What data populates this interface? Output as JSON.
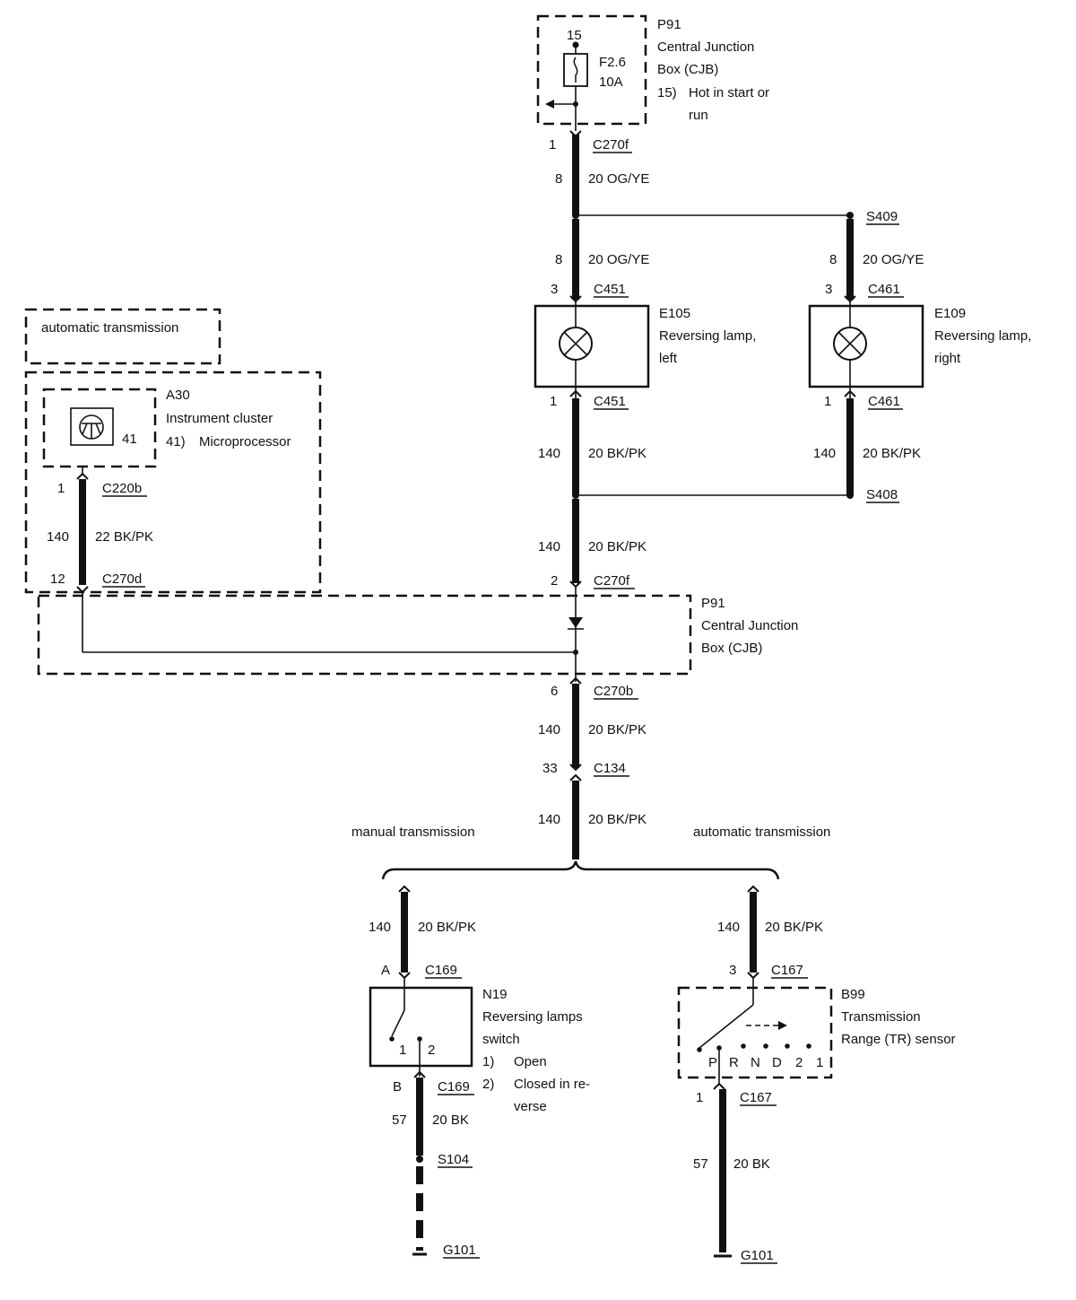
{
  "cjb_top": {
    "ref": "P91",
    "name_1": "Central Junction",
    "name_2": "Box (CJB)",
    "note_num": "15)",
    "note_1": "Hot in start or",
    "note_2": "run",
    "pin": "15",
    "fuse_id": "F2.6",
    "fuse_amp": "10A"
  },
  "cjb_bottom": {
    "ref": "P91",
    "name_1": "Central Junction",
    "name_2": "Box (CJB)"
  },
  "wires": {
    "w_top_pin": "1",
    "w_top_conn": "C270f",
    "w_og1_circ": "8",
    "w_og1_spec": "20 OG/YE",
    "splice_s409": "S409",
    "w_og2_circ": "8",
    "w_og2_spec": "20 OG/YE",
    "w_og3_circ": "8",
    "w_og3_spec": "20 OG/YE",
    "c451_top_pin": "3",
    "c451_top": "C451",
    "c461_top_pin": "3",
    "c461_top": "C461",
    "c451_bot_pin": "1",
    "c451_bot": "C451",
    "c461_bot_pin": "1",
    "c461_bot": "C461",
    "w_bk1_circ": "140",
    "w_bk1_spec": "20 BK/PK",
    "w_bk2_circ": "140",
    "w_bk2_spec": "20 BK/PK",
    "splice_s408": "S408",
    "w_bk3_circ": "140",
    "w_bk3_spec": "20 BK/PK",
    "c270f2_pin": "2",
    "c270f2": "C270f",
    "c270b_pin": "6",
    "c270b": "C270b",
    "w_bk4_circ": "140",
    "w_bk4_spec": "20 BK/PK",
    "c134_pin": "33",
    "c134": "C134",
    "w_bk5_circ": "140",
    "w_bk5_spec": "20 BK/PK",
    "c220b_pin": "1",
    "c220b": "C220b",
    "w_cl_circ": "140",
    "w_cl_spec": "22 BK/PK",
    "c270d_pin": "12",
    "c270d": "C270d"
  },
  "lamps": {
    "left_ref": "E105",
    "left_1": "Reversing lamp,",
    "left_2": "left",
    "right_ref": "E109",
    "right_1": "Reversing lamp,",
    "right_2": "right"
  },
  "cluster": {
    "scope_label": "automatic transmission",
    "ref": "A30",
    "name": "Instrument cluster",
    "note_num": "41)",
    "note": "Microprocessor",
    "pin": "41"
  },
  "branches": {
    "manual_label": "manual transmission",
    "auto_label": "automatic transmission",
    "m_circ": "140",
    "m_spec": "20 BK/PK",
    "m_top_pin": "A",
    "m_top_conn": "C169",
    "m_ref": "N19",
    "m_name_1": "Reversing lamps",
    "m_name_2": "switch",
    "m_n1": "1)",
    "m_n1_text": "Open",
    "m_n2": "2)",
    "m_n2_text_1": "Closed in re-",
    "m_n2_text_2": "verse",
    "m_pin1": "1",
    "m_pin2": "2",
    "m_bot_pin": "B",
    "m_bot_conn": "C169",
    "m_gnd_circ": "57",
    "m_gnd_spec": "20 BK",
    "m_splice": "S104",
    "m_ground": "G101",
    "a_circ": "140",
    "a_spec": "20 BK/PK",
    "a_top_pin": "3",
    "a_top_conn": "C167",
    "a_ref": "B99",
    "a_name_1": "Transmission",
    "a_name_2": "Range (TR) sensor",
    "pos_p": "P",
    "pos_r": "R",
    "pos_n": "N",
    "pos_d": "D",
    "pos_2": "2",
    "pos_1": "1",
    "a_bot_pin": "1",
    "a_bot_conn": "C167",
    "a_gnd_circ": "57",
    "a_gnd_spec": "20 BK",
    "a_ground": "G101"
  }
}
